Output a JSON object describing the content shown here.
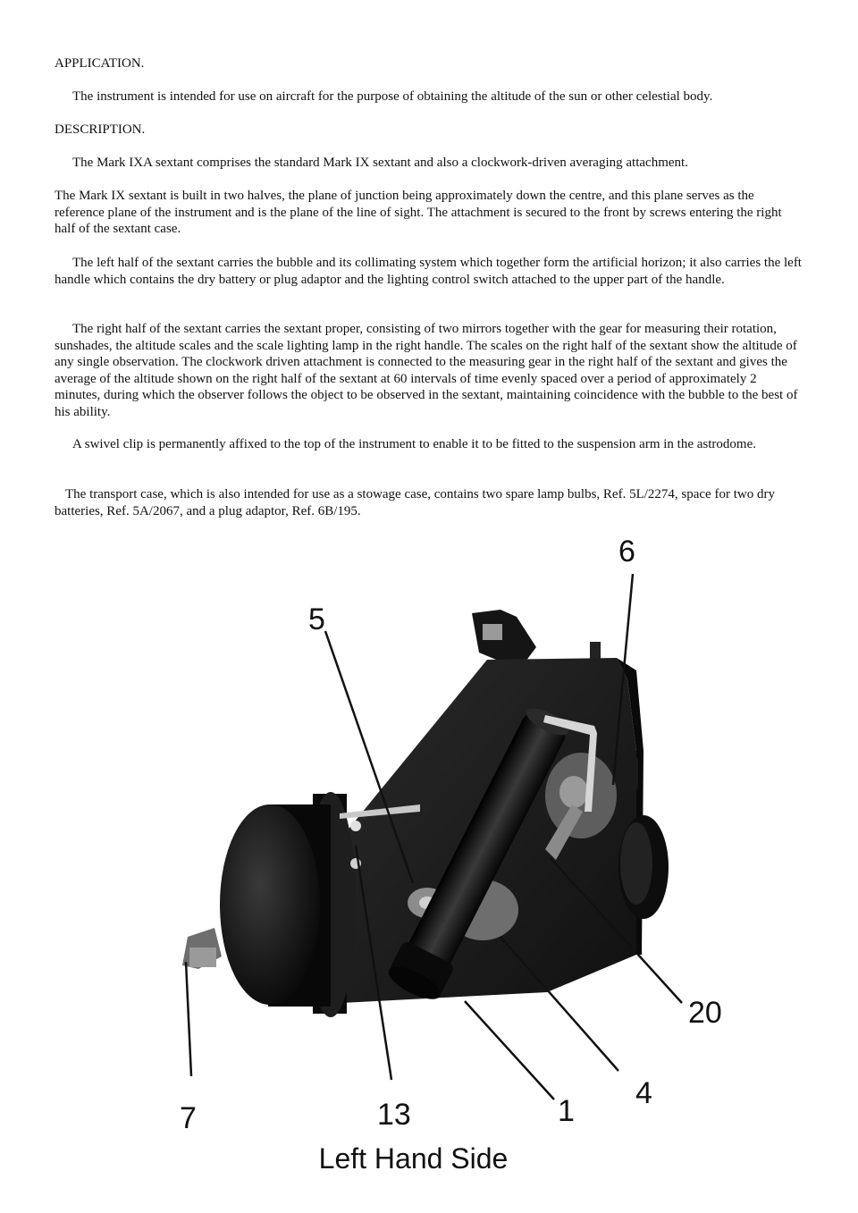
{
  "sections": {
    "application_heading": "APPLICATION.",
    "application_text": "The instrument is intended for use on aircraft for the purpose of obtaining the altitude of the sun or other celestial body.",
    "description_heading": "DESCRIPTION.",
    "paragraphs": [
      "The Mark IXA sextant comprises the standard Mark IX sextant and also a clockwork-driven averaging attachment.",
      "The Mark IX sextant is built in two halves, the plane of junction being approximately down the centre, and this plane serves as the reference plane of the instrument and is the plane of the line of sight. The attachment is secured to the front by screws entering the right half of the sextant case.",
      "The left half of the sextant carries the bubble and its collimating system which together form the artificial horizon; it also carries the left handle which contains the dry battery or plug adaptor and the lighting control switch attached to the upper part of the handle.",
      "The right half of the sextant carries the sextant proper, consisting of two mirrors together with the gear for measuring their rotation, sunshades, the altitude scales and the scale lighting lamp in the right handle. The scales on the right half of the sextant show the altitude of any single observation. The clockwork driven attachment is connected to the measuring gear in the right half of the sextant and gives the average of the altitude shown on the right half of the sextant at 60 intervals of time evenly spaced over a period of approximately 2 minutes, during which the observer follows the object to be observed in the sextant, maintaining coincidence with the bubble to the best of his ability.",
      "A swivel clip is permanently affixed to the top of the instrument to enable it to be fitted to the suspension arm in the astrodome.",
      "The transport case, which is also intended for use as a stowage case, contains two spare lamp bulbs, Ref. 5L/2274, space for two dry batteries, Ref.  5A/2067, and a plug adaptor, Ref. 6B/195."
    ]
  },
  "figure": {
    "callouts": [
      "6",
      "5",
      "20",
      "7",
      "13",
      "1",
      "4"
    ],
    "caption": "Left Hand Side"
  }
}
